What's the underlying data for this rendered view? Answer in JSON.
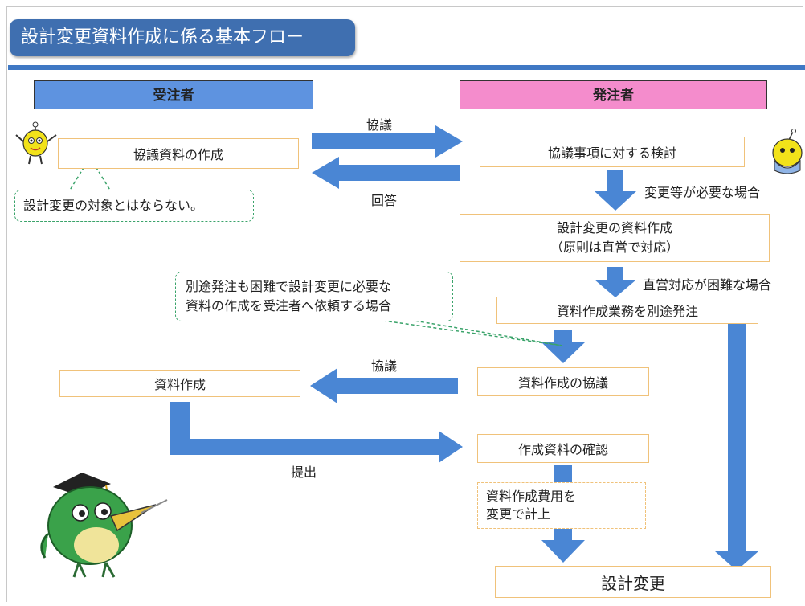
{
  "title": "設計変更資料作成に係る基本フロー",
  "headers": {
    "contractor": "受注者",
    "client": "発注者"
  },
  "boxes": {
    "kyogi_shiryo": "協議資料の作成",
    "kyogi_kento": "協議事項に対する検討",
    "sekkei_shiryo_line1": "設計変更の資料作成",
    "sekkei_shiryo_line2": "（原則は直営で対応）",
    "betto_hatchu": "資料作成業務を別途発注",
    "shiryo_sakusei": "資料作成",
    "shiryo_kyogi": "資料作成の協議",
    "kakunin": "作成資料の確認",
    "sekkei_henko": "設計変更"
  },
  "notes": {
    "not_target": "設計変更の対象とはならない。",
    "request_line1": "別途発注も困難で設計変更に必要な",
    "request_line2": "資料の作成を受注者へ依頼する場合",
    "cost_line1": "資料作成費用を",
    "cost_line2": "変更で計上"
  },
  "labels": {
    "kyogi_top": "協議",
    "kaito": "回答",
    "henko_hitsuyo": "変更等が必要な場合",
    "chokuei_konnan": "直営対応が困難な場合",
    "kyogi_mid": "協議",
    "teishutsu": "提出"
  },
  "colors": {
    "arrow": "#4a86d4",
    "title_bg": "#3f6fb0",
    "contractor_header": "#5e93e0",
    "client_header": "#f48ccc",
    "box_border": "#f0c27a",
    "note_border": "#3aa36a"
  }
}
